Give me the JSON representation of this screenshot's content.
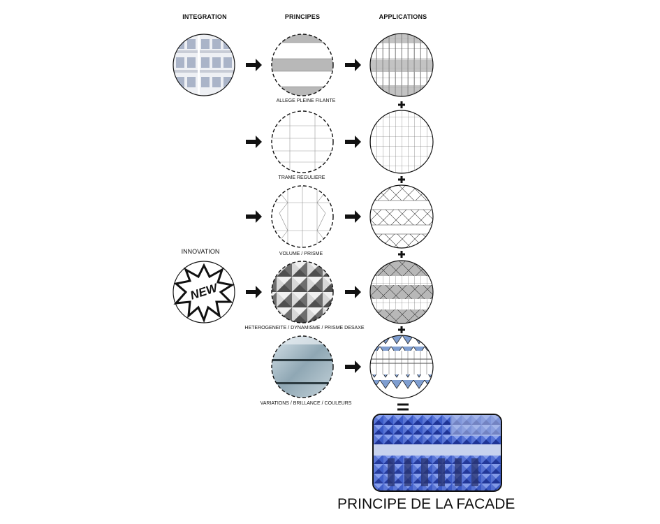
{
  "headers": {
    "integration": "INTEGRATION",
    "principes": "PRINCIPES",
    "applications": "APPLICATIONS"
  },
  "principle_labels": [
    "ALLEGE PLEINE FILANTE",
    "TRAME REGULIERE",
    "VOLUME / PRISME",
    "HETEROGENEITE / DYNAMISME / PRISME DESAXE",
    "VARIATIONS / BRILLANCE / COULEURS"
  ],
  "innovation_label": "INNOVATION",
  "new_badge_text": "NEW",
  "operators": {
    "plus": "+",
    "equals": "="
  },
  "final_title": "PRINCIPE DE LA FACADE",
  "icons": {
    "arrow": "arrow-right-icon",
    "plus": "plus-icon",
    "equals": "equals-icon",
    "new": "new-starburst-icon"
  },
  "colors": {
    "band_gray": "#b8b8b8",
    "line": "#111111",
    "facade_blue": "#3b5bc8"
  }
}
